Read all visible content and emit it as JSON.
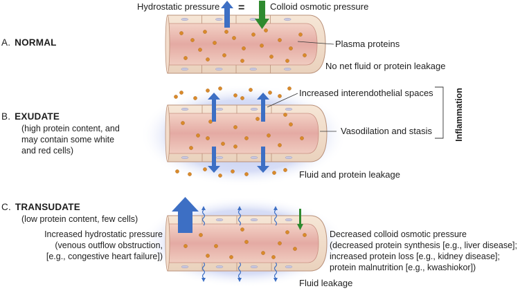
{
  "top": {
    "hydrostatic": "Hydrostatic pressure",
    "equals": "=",
    "colloid": "Colloid osmotic pressure"
  },
  "normal": {
    "letter": "A.",
    "title": "NORMAL",
    "plasma_proteins": "Plasma proteins",
    "no_net": "No net fluid or protein leakage"
  },
  "exudate": {
    "letter": "B.",
    "title": "EXUDATE",
    "desc": [
      "(high protein content, and",
      "may contain some white",
      "and red cells)"
    ],
    "spaces": "Increased interendothelial spaces",
    "vasodilation": "Vasodilation and stasis",
    "inflammation": "Inflammation",
    "leakage": "Fluid and protein leakage"
  },
  "transudate": {
    "letter": "C.",
    "title": "TRANSUDATE",
    "desc": "(low protein content, few cells)",
    "left": [
      "Increased hydrostatic pressure",
      "(venous outflow obstruction,",
      "[e.g., congestive heart failure])"
    ],
    "right": [
      "Decreased colloid osmotic pressure",
      "(decreased protein synthesis [e.g., liver disease];",
      "increased protein loss [e.g., kidney disease];",
      "protein malnutrition [e.g., kwashiokor])"
    ],
    "leakage": "Fluid leakage"
  },
  "colors": {
    "arrow_blue": "#3d6fc4",
    "arrow_green": "#2f8a2f",
    "protein": "#d98a2b",
    "vessel_lumen": "#e8b9b4",
    "vessel_wall": "#f1dcc8",
    "halo": "#b8c2ea"
  }
}
